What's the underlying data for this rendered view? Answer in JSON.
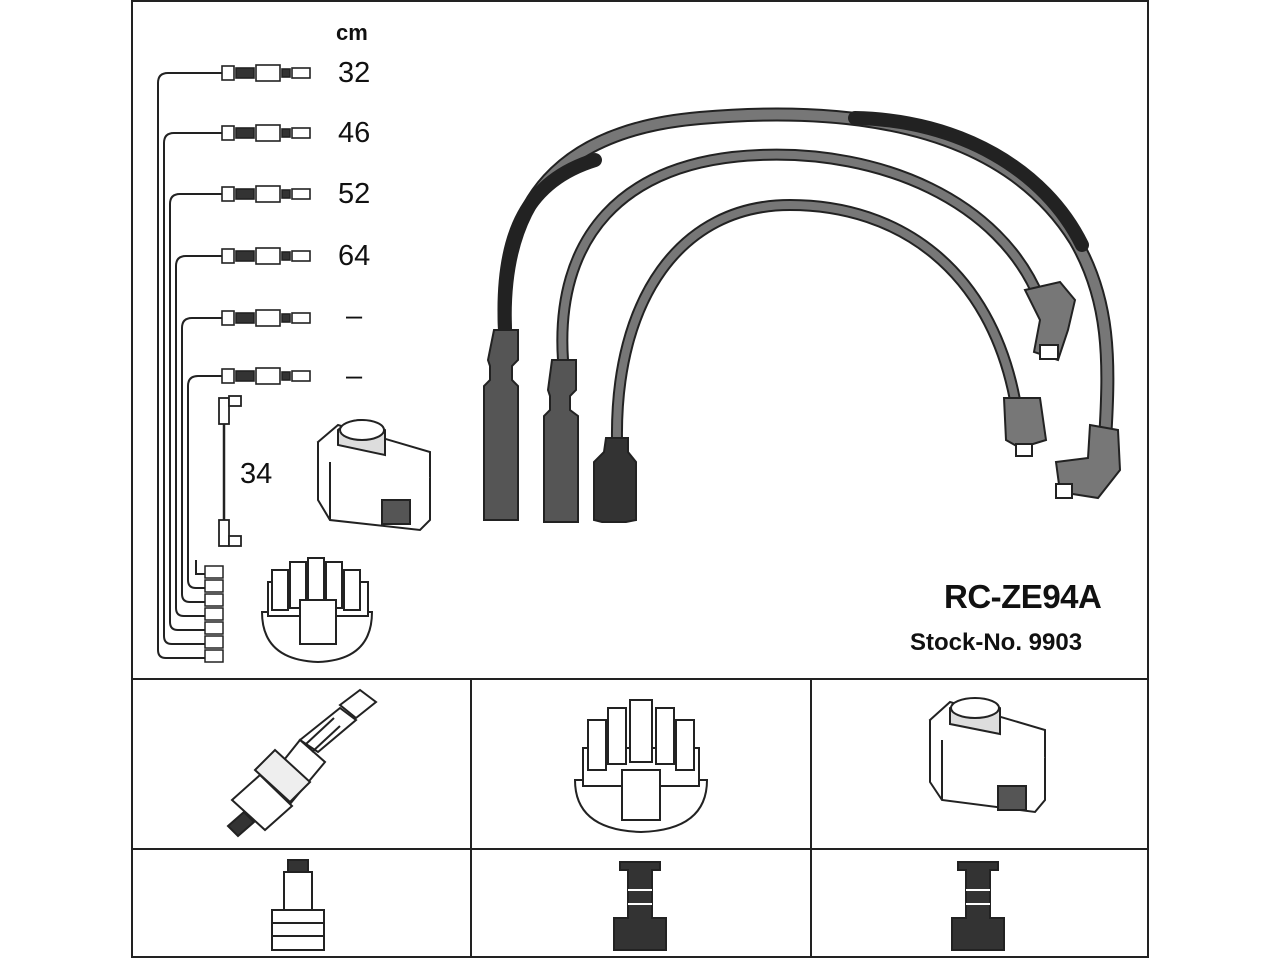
{
  "product": {
    "part_number": "RC-ZE94A",
    "stock_number": "Stock-No. 9903"
  },
  "lengths": {
    "unit": "cm",
    "leads": [
      "32",
      "46",
      "52",
      "64",
      "–",
      "–"
    ],
    "coil_lead": "34"
  },
  "components": {
    "row1": [
      "spark-plug-icon",
      "distributor-cap-icon",
      "ignition-coil-icon"
    ],
    "row2": [
      "plug-connector-icon",
      "cap-terminal-icon",
      "coil-terminal-icon"
    ]
  },
  "colors": {
    "line": "#222222",
    "cable": "#6e6e6e",
    "boot": "#3a3a3a"
  }
}
